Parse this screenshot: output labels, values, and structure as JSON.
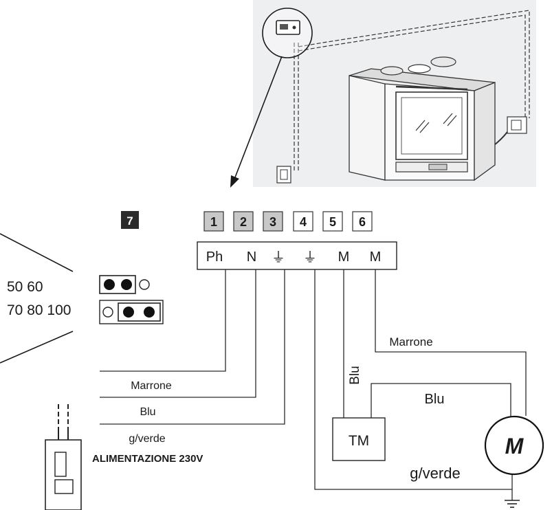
{
  "terminal_numbers": [
    {
      "num": "1",
      "shaded": true
    },
    {
      "num": "2",
      "shaded": true
    },
    {
      "num": "3",
      "shaded": true
    },
    {
      "num": "4",
      "shaded": false
    },
    {
      "num": "5",
      "shaded": false
    },
    {
      "num": "6",
      "shaded": false
    }
  ],
  "jumper_number": "7",
  "terminal_labels": {
    "ph": "Ph",
    "n": "N",
    "earth": "⏚",
    "m1": "M",
    "m2": "M"
  },
  "jumper": {
    "row1_label": "50 60",
    "row2_label": "70 80 100"
  },
  "supply_wires": {
    "brown": "Marrone",
    "blue": "Blu",
    "green_yellow": "g/verde"
  },
  "power_supply_label": "ALIMENTAZIONE 230V",
  "motor_wires": {
    "brown": "Marrone",
    "blue_vertical": "Blu",
    "blue": "Blu",
    "green_yellow": "g/verde"
  },
  "thermostat_label": "TM",
  "motor_label": "M",
  "colors": {
    "shaded_box": "#c8c8c8",
    "dark_box": "#2b2b2b",
    "illustration_bg": "#eeeff1"
  }
}
